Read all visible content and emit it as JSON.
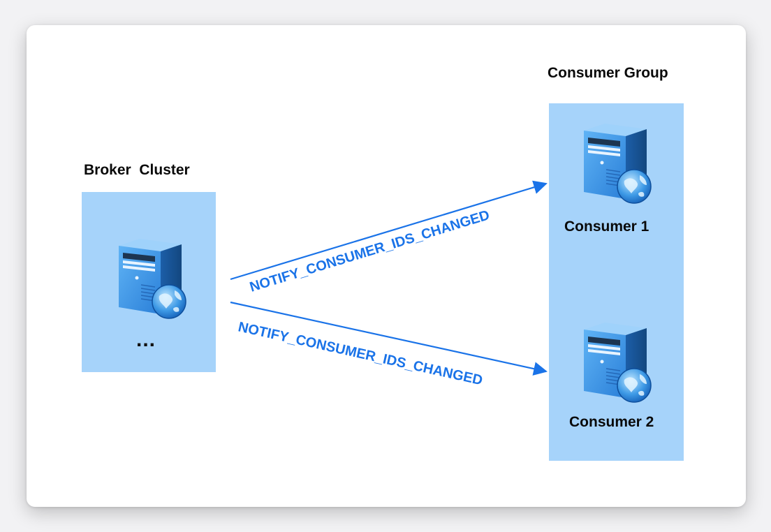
{
  "broker": {
    "title": "Broker  Cluster",
    "more": "..."
  },
  "consumer_group": {
    "title": "Consumer Group",
    "consumers": [
      {
        "label": "Consumer 1"
      },
      {
        "label": "Consumer 2"
      }
    ]
  },
  "arrows": [
    {
      "label": "NOTIFY_CONSUMER_IDS_CHANGED"
    },
    {
      "label": "NOTIFY_CONSUMER_IDS_CHANGED"
    }
  ],
  "colors": {
    "panel": "#a6d3fa",
    "arrow": "#1a73e8"
  },
  "icons": {
    "server": "server-globe-icon"
  }
}
